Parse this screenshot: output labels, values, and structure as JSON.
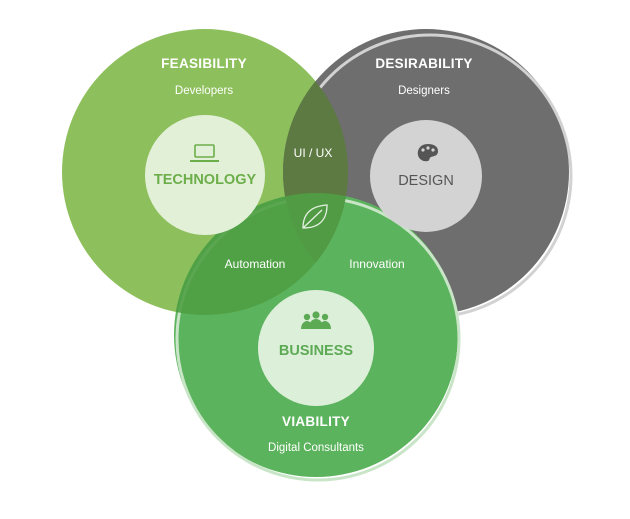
{
  "circles": {
    "feasibility": {
      "heading": "FEASIBILITY",
      "subheading": "Developers",
      "core": "TECHNOLOGY",
      "icon": "laptop-icon",
      "color": "#8dc05c"
    },
    "desirability": {
      "heading": "DESIRABILITY",
      "subheading": "Designers",
      "core": "DESIGN",
      "icon": "palette-icon",
      "color": "#6b6b6b"
    },
    "viability": {
      "heading": "VIABILITY",
      "subheading": "Digital Consultants",
      "core": "BUSINESS",
      "icon": "people-icon",
      "color": "#5cb35d"
    }
  },
  "overlaps": {
    "feasibility_desirability": "UI / UX",
    "feasibility_viability": "Automation",
    "desirability_viability": "Innovation",
    "center_icon": "leaf-icon"
  }
}
